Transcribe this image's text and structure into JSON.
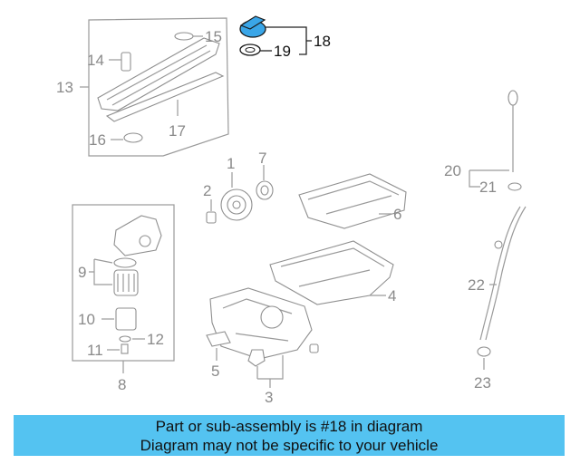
{
  "callouts": {
    "c1": "1",
    "c2": "2",
    "c3": "3",
    "c4": "4",
    "c5": "5",
    "c6": "6",
    "c7": "7",
    "c8": "8",
    "c9": "9",
    "c10": "10",
    "c11": "11",
    "c12": "12",
    "c13": "13",
    "c14": "14",
    "c15": "15",
    "c16": "16",
    "c17": "17",
    "c18": "18",
    "c19": "19",
    "c20": "20",
    "c21": "21",
    "c22": "22",
    "c23": "23"
  },
  "highlighted_part": "18",
  "highlight_color": "#3aa6e8",
  "banner": {
    "color": "#54c3f1",
    "line1": "Part or sub-assembly is #18 in diagram",
    "line2": "Diagram may not be specific to your vehicle"
  }
}
